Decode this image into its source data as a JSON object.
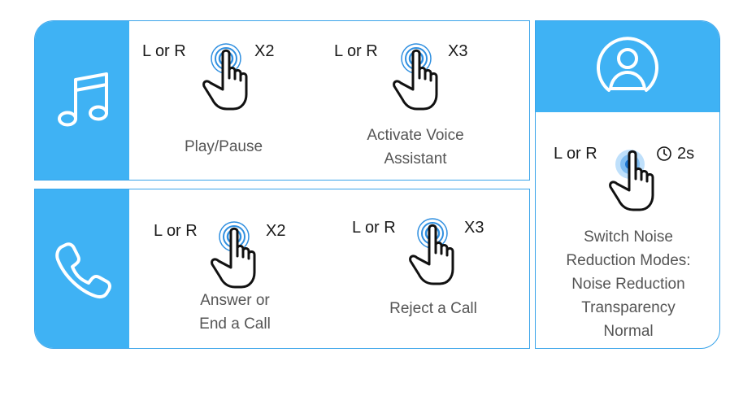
{
  "music": {
    "double": {
      "side": "L or R",
      "taps": "X2",
      "caption": [
        "Play/Pause"
      ]
    },
    "triple": {
      "side": "L or R",
      "taps": "X3",
      "caption": [
        "Activate Voice",
        "Assistant"
      ]
    }
  },
  "call": {
    "double": {
      "side": "L or R",
      "taps": "X2",
      "caption": [
        "Answer or",
        "End a Call"
      ]
    },
    "triple": {
      "side": "L or R",
      "taps": "X3",
      "caption": [
        "Reject a Call"
      ]
    }
  },
  "noise": {
    "side": "L or R",
    "hold": "2s",
    "caption": [
      "Switch Noise",
      "Reduction Modes:",
      "Noise Reduction",
      "Transparency",
      "Normal"
    ]
  },
  "colors": {
    "accent": "#3fb2f4",
    "border": "#3aa4ea",
    "ring": "#2f8fe0"
  },
  "icons": [
    "music-note-icon",
    "phone-icon",
    "user-icon",
    "tap-gesture-icon",
    "timer-icon"
  ]
}
